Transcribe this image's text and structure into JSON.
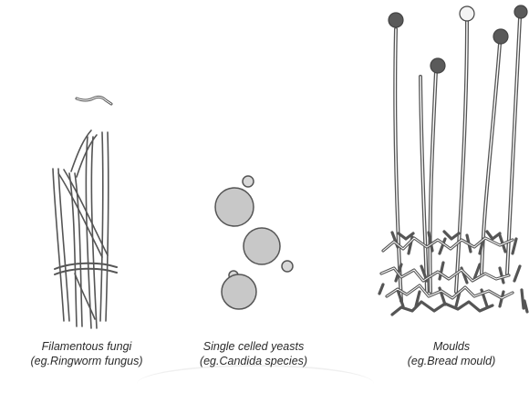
{
  "panels": [
    {
      "caption_line1": "Filamentous fungi",
      "caption_line2": "(eg.Ringworm fungus)"
    },
    {
      "caption_line1": "Single celled yeasts",
      "caption_line2": "(eg.Candida species)"
    },
    {
      "caption_line1": "Moulds",
      "caption_line2": "(eg.Bread mould)"
    }
  ],
  "colors": {
    "line": "#555555",
    "cell_fill": "#c8c8c8",
    "spore": "#5a5a5a"
  }
}
